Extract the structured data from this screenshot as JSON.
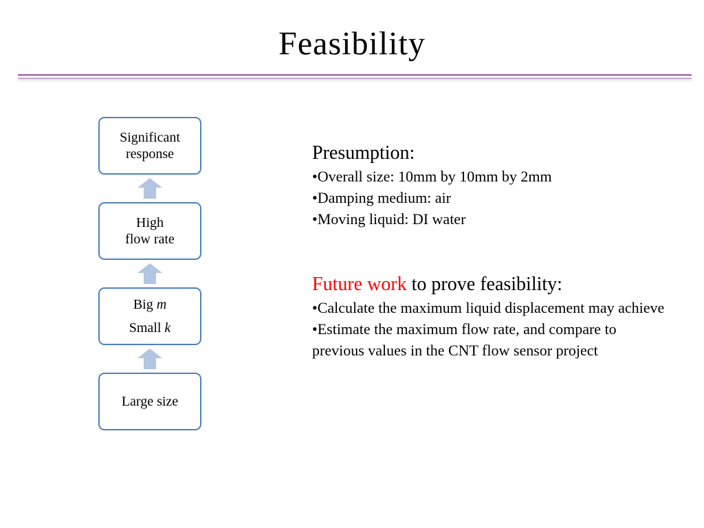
{
  "slide": {
    "title": "Feasibility",
    "accent_color": "#9a4f9e"
  },
  "flowchart": {
    "box_border_color": "#4f81bd",
    "arrow_color": "#b4c5e2",
    "boxes": [
      {
        "line1": "Significant",
        "line2": "response"
      },
      {
        "line1": "High",
        "line2": "flow rate"
      },
      {
        "line1_text": "Big ",
        "line1_italic": "m",
        "line2_text": "Small ",
        "line2_italic": "k"
      },
      {
        "label": "Large size"
      }
    ],
    "arrow_icon": "up-arrow-icon"
  },
  "presumption": {
    "heading": "Presumption:",
    "bullets": [
      "•Overall size: 10mm by 10mm by 2mm",
      "•Damping medium: air",
      "•Moving liquid: DI water"
    ]
  },
  "future_work": {
    "heading_red": "Future work",
    "heading_rest": " to prove feasibility:",
    "highlight_color": "#ff0000",
    "bullets": [
      "•Calculate the maximum liquid displacement may achieve",
      "•Estimate the maximum flow rate, and compare to previous values in the CNT flow sensor project"
    ]
  }
}
